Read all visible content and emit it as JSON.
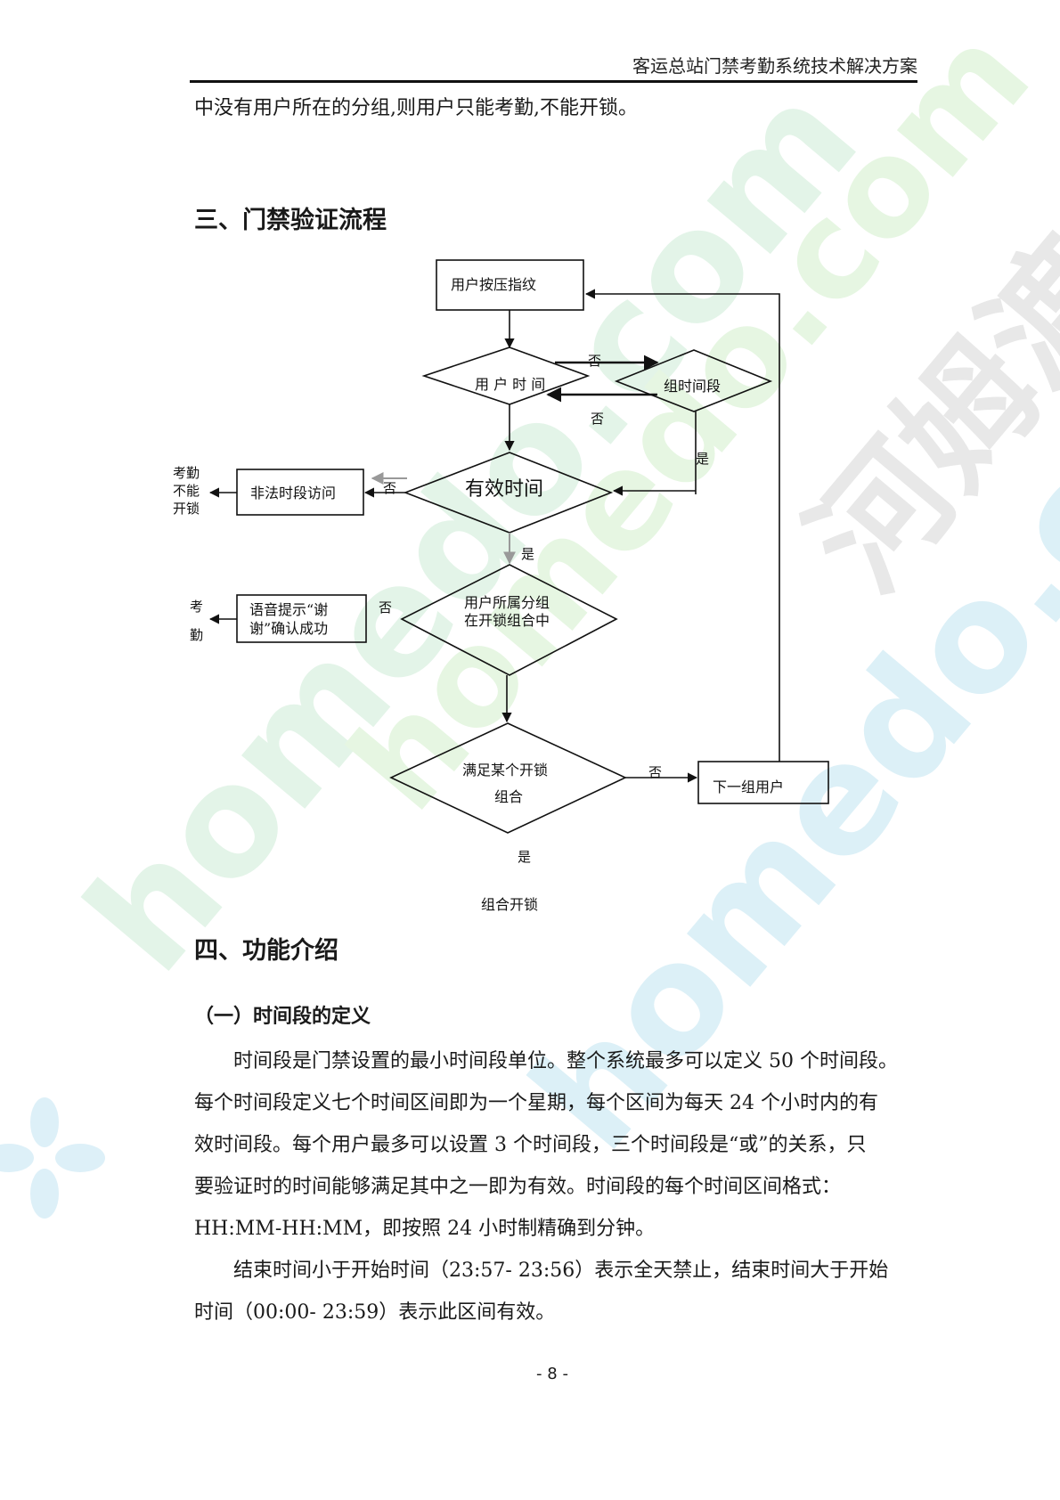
{
  "header": {
    "title": "客运总站门禁考勤系统技术解决方案"
  },
  "watermark": {
    "domain_text": "homedo.com",
    "brand_text": "河姆渡",
    "color": "#dff3e6",
    "color2": "#d8eef6"
  },
  "intro_line": "中没有用户所在的分组,则用户只能考勤,不能开锁。",
  "section3": {
    "title": "三、门禁验证流程"
  },
  "flowchart": {
    "n_press": "用户按压指纹",
    "n_user_time": "用 户 时 间",
    "n_group_time": "组时间段",
    "n_valid_time": "有效时间",
    "n_illegal": "非法时段访问",
    "n_in_group_l1": "用户所属分组",
    "n_in_group_l2": "在开锁组合中",
    "n_voice_l1": "语音提示“谢",
    "n_voice_l2": "谢”确认成功",
    "n_satisfy_l1": "满足某个开锁",
    "n_satisfy_l2": "组合",
    "n_next_group": "下一组用户",
    "n_combo_unlock": "组合开锁",
    "out1_l1": "考勤",
    "out1_l2": "不能",
    "out1_l3": "开锁",
    "out2_l1": "考",
    "out2_l2": "勤",
    "lbl_no": "否",
    "lbl_yes": "是"
  },
  "section4": {
    "title": "四、功能介绍"
  },
  "subsection1": {
    "title": "（一）时间段的定义"
  },
  "para1": {
    "l1": "时间段是门禁设置的最小时间段单位。整个系统最多可以定义 50 个时间段。",
    "l2": "每个时间段定义七个时间区间即为一个星期，每个区间为每天 24 个小时内的有",
    "l3": "效时间段。每个用户最多可以设置 3 个时间段，三个时间段是“或”的关系，只",
    "l4": "要验证时的时间能够满足其中之一即为有效。时间段的每个时间区间格式：",
    "l5": "HH:MM-HH:MM，即按照 24 小时制精确到分钟。"
  },
  "para2": {
    "l1": "结束时间小于开始时间（23:57- 23:56）表示全天禁止，结束时间大于开始",
    "l2": "时间（00:00- 23:59）表示此区间有效。"
  },
  "page_number": "- 8 -"
}
